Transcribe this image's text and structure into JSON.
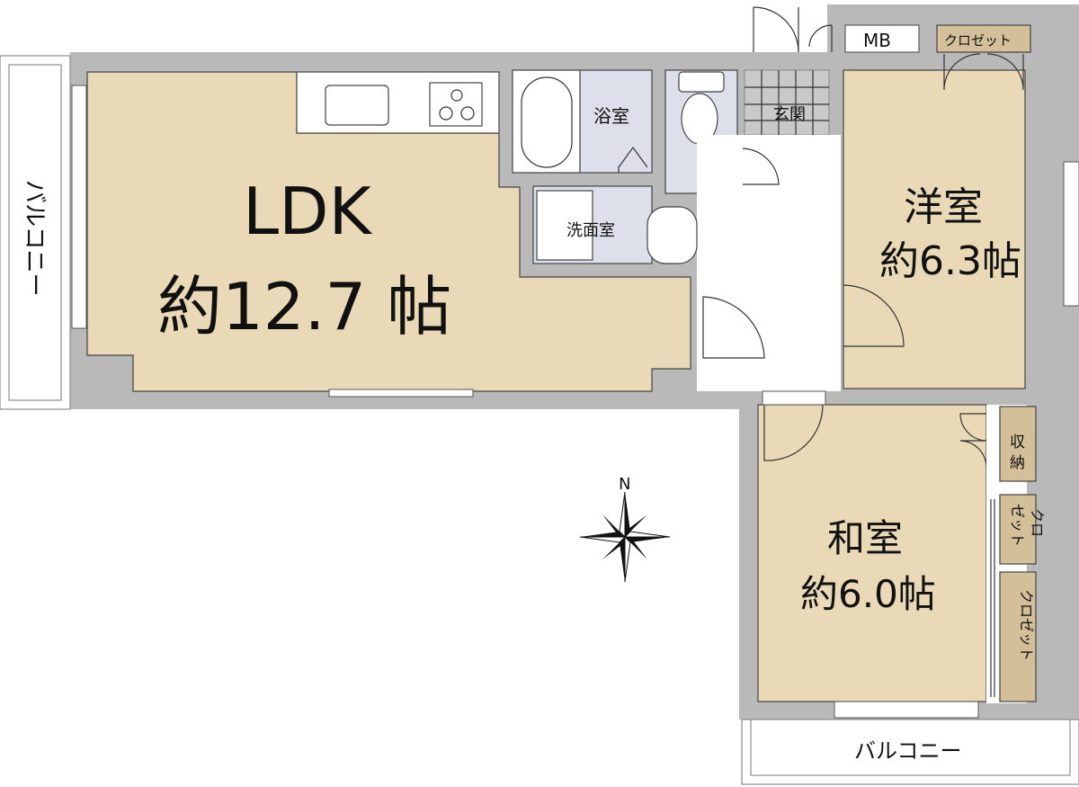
{
  "rooms": {
    "ldk": {
      "name": "LDK",
      "size": "約12.7 帖"
    },
    "western": {
      "name": "洋室",
      "size": "約6.3帖"
    },
    "japanese": {
      "name": "和室",
      "size": "約6.0帖"
    },
    "bath": "浴室",
    "washroom": "洗面室",
    "entrance": "玄関"
  },
  "storage": {
    "mb": "MB",
    "closet_top": "クロゼット",
    "shuno": [
      "収",
      "納"
    ],
    "closet_mid": [
      "クロ",
      "ゼット"
    ],
    "closet_bottom": "クロゼット"
  },
  "balcony": {
    "left": "バルコニー",
    "bottom": "バルコニー"
  },
  "compass": {
    "north": "N"
  },
  "colors": {
    "wall": "#b9b9b9",
    "floor": "#ead9b6",
    "wet": "#dde0ea",
    "closet": "#d3bf98"
  }
}
